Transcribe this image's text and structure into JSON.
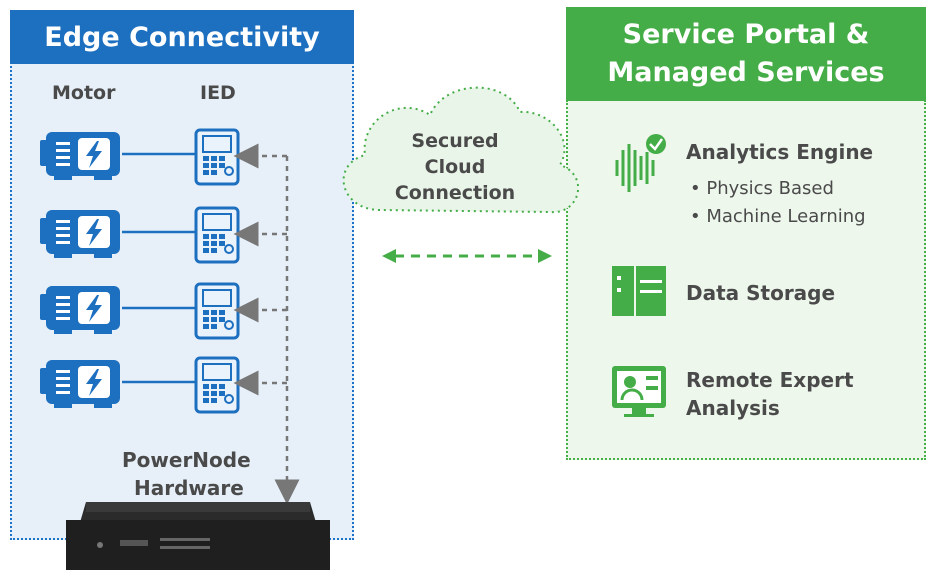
{
  "edge": {
    "title": "Edge Connectivity",
    "motor_label": "Motor",
    "ied_label": "IED",
    "hardware_label_line1": "PowerNode",
    "hardware_label_line2": "Hardware"
  },
  "cloud": {
    "line1": "Secured",
    "line2": "Cloud",
    "line3": "Connection"
  },
  "services": {
    "title_line1": "Service Portal &",
    "title_line2": "Managed Services",
    "analytics": {
      "label": "Analytics Engine",
      "bullets": [
        "Physics Based",
        "Machine Learning"
      ]
    },
    "storage": {
      "label": "Data Storage"
    },
    "remote": {
      "label_line1": "Remote Expert",
      "label_line2": "Analysis"
    }
  },
  "colors": {
    "blue": "#1d6fc0",
    "green": "#44ad47",
    "text": "#4a4a4a"
  },
  "icons": [
    "motor-icon",
    "ied-icon",
    "cloud-icon",
    "analytics-icon",
    "data-storage-icon",
    "remote-analysis-icon",
    "powernode-hardware-icon"
  ]
}
